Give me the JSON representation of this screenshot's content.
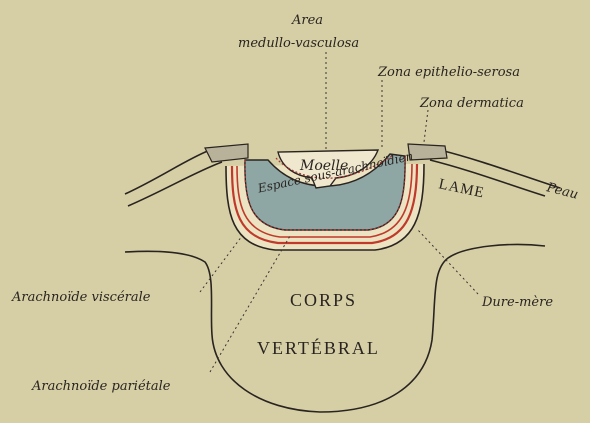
{
  "labels": {
    "area": "Area",
    "medullo": "medullo-vasculosa",
    "epithelio": "Zona epithelio-serosa",
    "dermatica": "Zona dermatica",
    "peau": "Peau",
    "lame": "LAME",
    "moelle": "Moelle",
    "espace": "Espace sous-arachnoïdien",
    "arach_visc": "Arachnoïde viscérale",
    "arach_par": "Arachnoïde pariétale",
    "dure": "Dure-mère",
    "corps1": "CORPS",
    "corps2": "VERTÉBRAL"
  },
  "colors": {
    "background": "#d6cfa6",
    "csf_space": "#8ea7a5",
    "dura_red": "#c0392b",
    "layer_cream": "#ece3c2",
    "ink": "#2a2420"
  }
}
